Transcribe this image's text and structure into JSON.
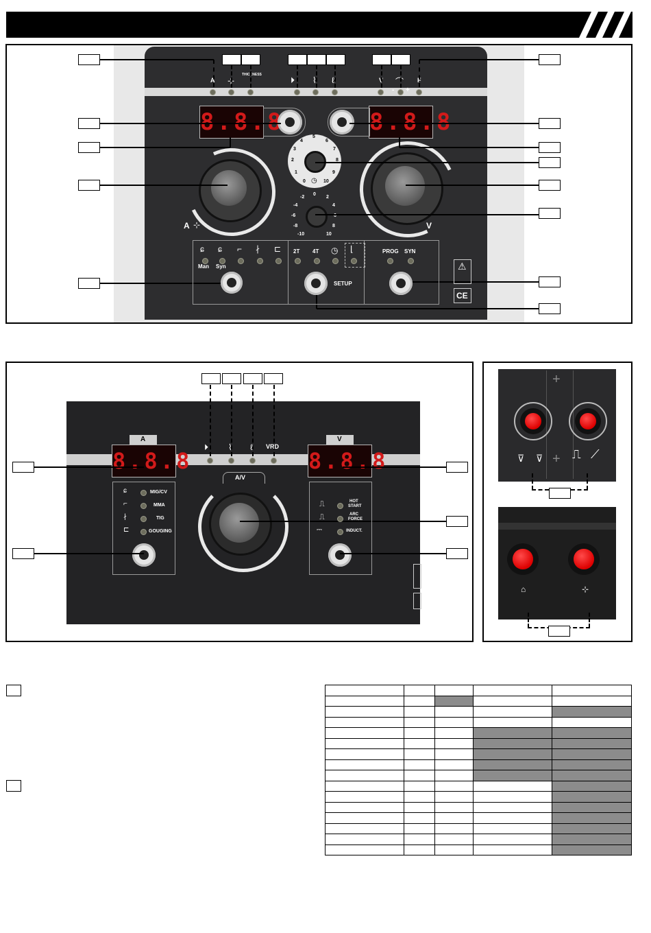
{
  "panel1": {
    "thickness_label": "THICKNESS",
    "top_markers": [
      "A",
      "V",
      "F"
    ],
    "polarity": {
      "minus": "-",
      "plus": "+"
    },
    "display_left": "8.8.8",
    "display_right": "8.8.8",
    "timer_scale": [
      "5",
      "4",
      "6",
      "3",
      "7",
      "2",
      "8",
      "1",
      "9",
      "0",
      "10"
    ],
    "induct_scale": [
      "0",
      "-2",
      "2",
      "-4",
      "4",
      "-6",
      "6",
      "-8",
      "8",
      "-10",
      "10"
    ],
    "knob_left_label": "A",
    "knob_right_label": "V",
    "mode_labels": {
      "man": "Man",
      "syn": "Syn"
    },
    "trigger_labels": {
      "t2": "2T",
      "t4": "4T",
      "setup": "SETUP"
    },
    "prog_labels": {
      "prog": "PROG",
      "syn": "SYN"
    },
    "ce_mark": "CE"
  },
  "panel2": {
    "header_a": "A",
    "header_v": "V",
    "display_a": "8.8.8",
    "display_v": "8.8.8",
    "vrd": "VRD",
    "knob_label": "A/V",
    "modes": [
      "MIG/CV",
      "MMA",
      "TIG",
      "GOUGING"
    ],
    "options": [
      {
        "line1": "HOT",
        "line2": "START"
      },
      {
        "line1": "ARC",
        "line2": "FORCE"
      },
      {
        "line1": "INDUCT.",
        "line2": ""
      }
    ]
  },
  "colors": {
    "panel": "#2d2d2f",
    "display_red": "#d21a1a",
    "button_red": "#dd0000",
    "table_shade": "#8c8c8c"
  },
  "table": {
    "rows": 16,
    "shaded": [
      [
        0,
        2
      ],
      [
        1,
        4
      ],
      [
        3,
        3
      ],
      [
        3,
        4
      ],
      [
        4,
        3
      ],
      [
        4,
        4
      ],
      [
        5,
        3
      ],
      [
        5,
        4
      ],
      [
        6,
        3
      ],
      [
        6,
        4
      ],
      [
        7,
        3
      ],
      [
        7,
        4
      ],
      [
        8,
        4
      ],
      [
        9,
        4
      ],
      [
        10,
        4
      ],
      [
        11,
        4
      ],
      [
        12,
        4
      ],
      [
        13,
        4
      ],
      [
        14,
        4
      ]
    ]
  }
}
